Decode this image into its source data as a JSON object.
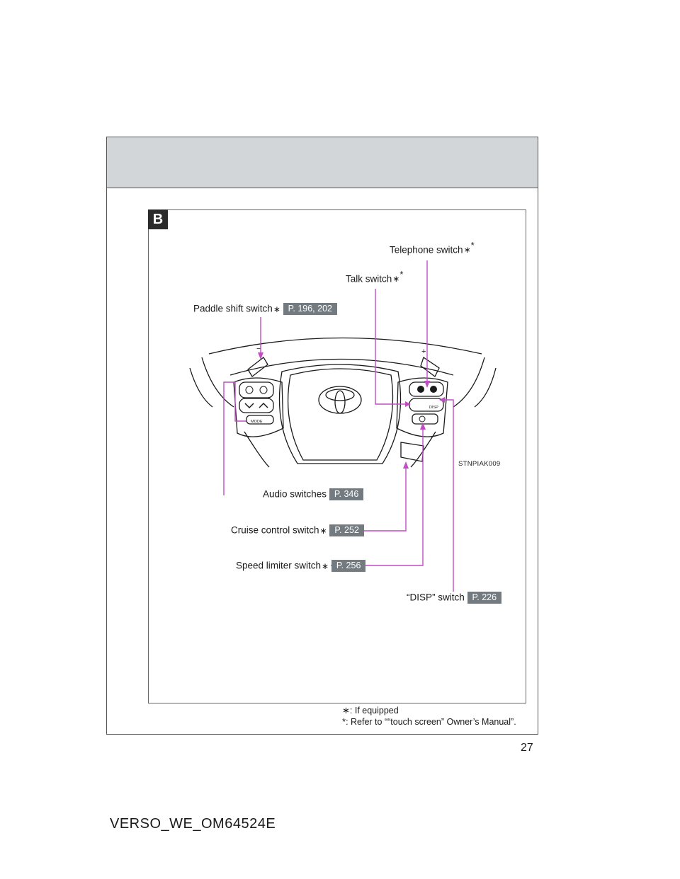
{
  "section": {
    "tag": "B"
  },
  "callouts": {
    "telephone": {
      "label": "Telephone switch",
      "star": "∗",
      "sup": "*"
    },
    "talk": {
      "label": "Talk switch",
      "star": "∗",
      "sup": "*"
    },
    "paddle": {
      "label": "Paddle shift switch",
      "star": "∗",
      "page": "P. 196, 202"
    },
    "audio": {
      "label": "Audio switches",
      "page": "P. 346"
    },
    "cruise": {
      "label": "Cruise control switch",
      "star": "∗",
      "page": "P. 252"
    },
    "speed": {
      "label": "Speed limiter switch",
      "star": "∗",
      "page": "P. 256"
    },
    "disp": {
      "label": "“DISP” switch",
      "page": "P. 226"
    }
  },
  "illustration": {
    "code": "STNPIAK009",
    "minus": "−",
    "plus": "+",
    "mode": "MODE",
    "disp": "DISP"
  },
  "legend": {
    "line1_sym": "∗",
    "line1": ": If equipped",
    "line2_sym": "*",
    "line2": ": Refer to ““touch screen” Owner’s Manual”."
  },
  "footer": {
    "page_number": "27",
    "document_id": "VERSO_WE_OM64524E"
  },
  "colors": {
    "leader": "#c24cc4",
    "page_badge": "#737b80",
    "header_band": "#d3d6d8"
  }
}
